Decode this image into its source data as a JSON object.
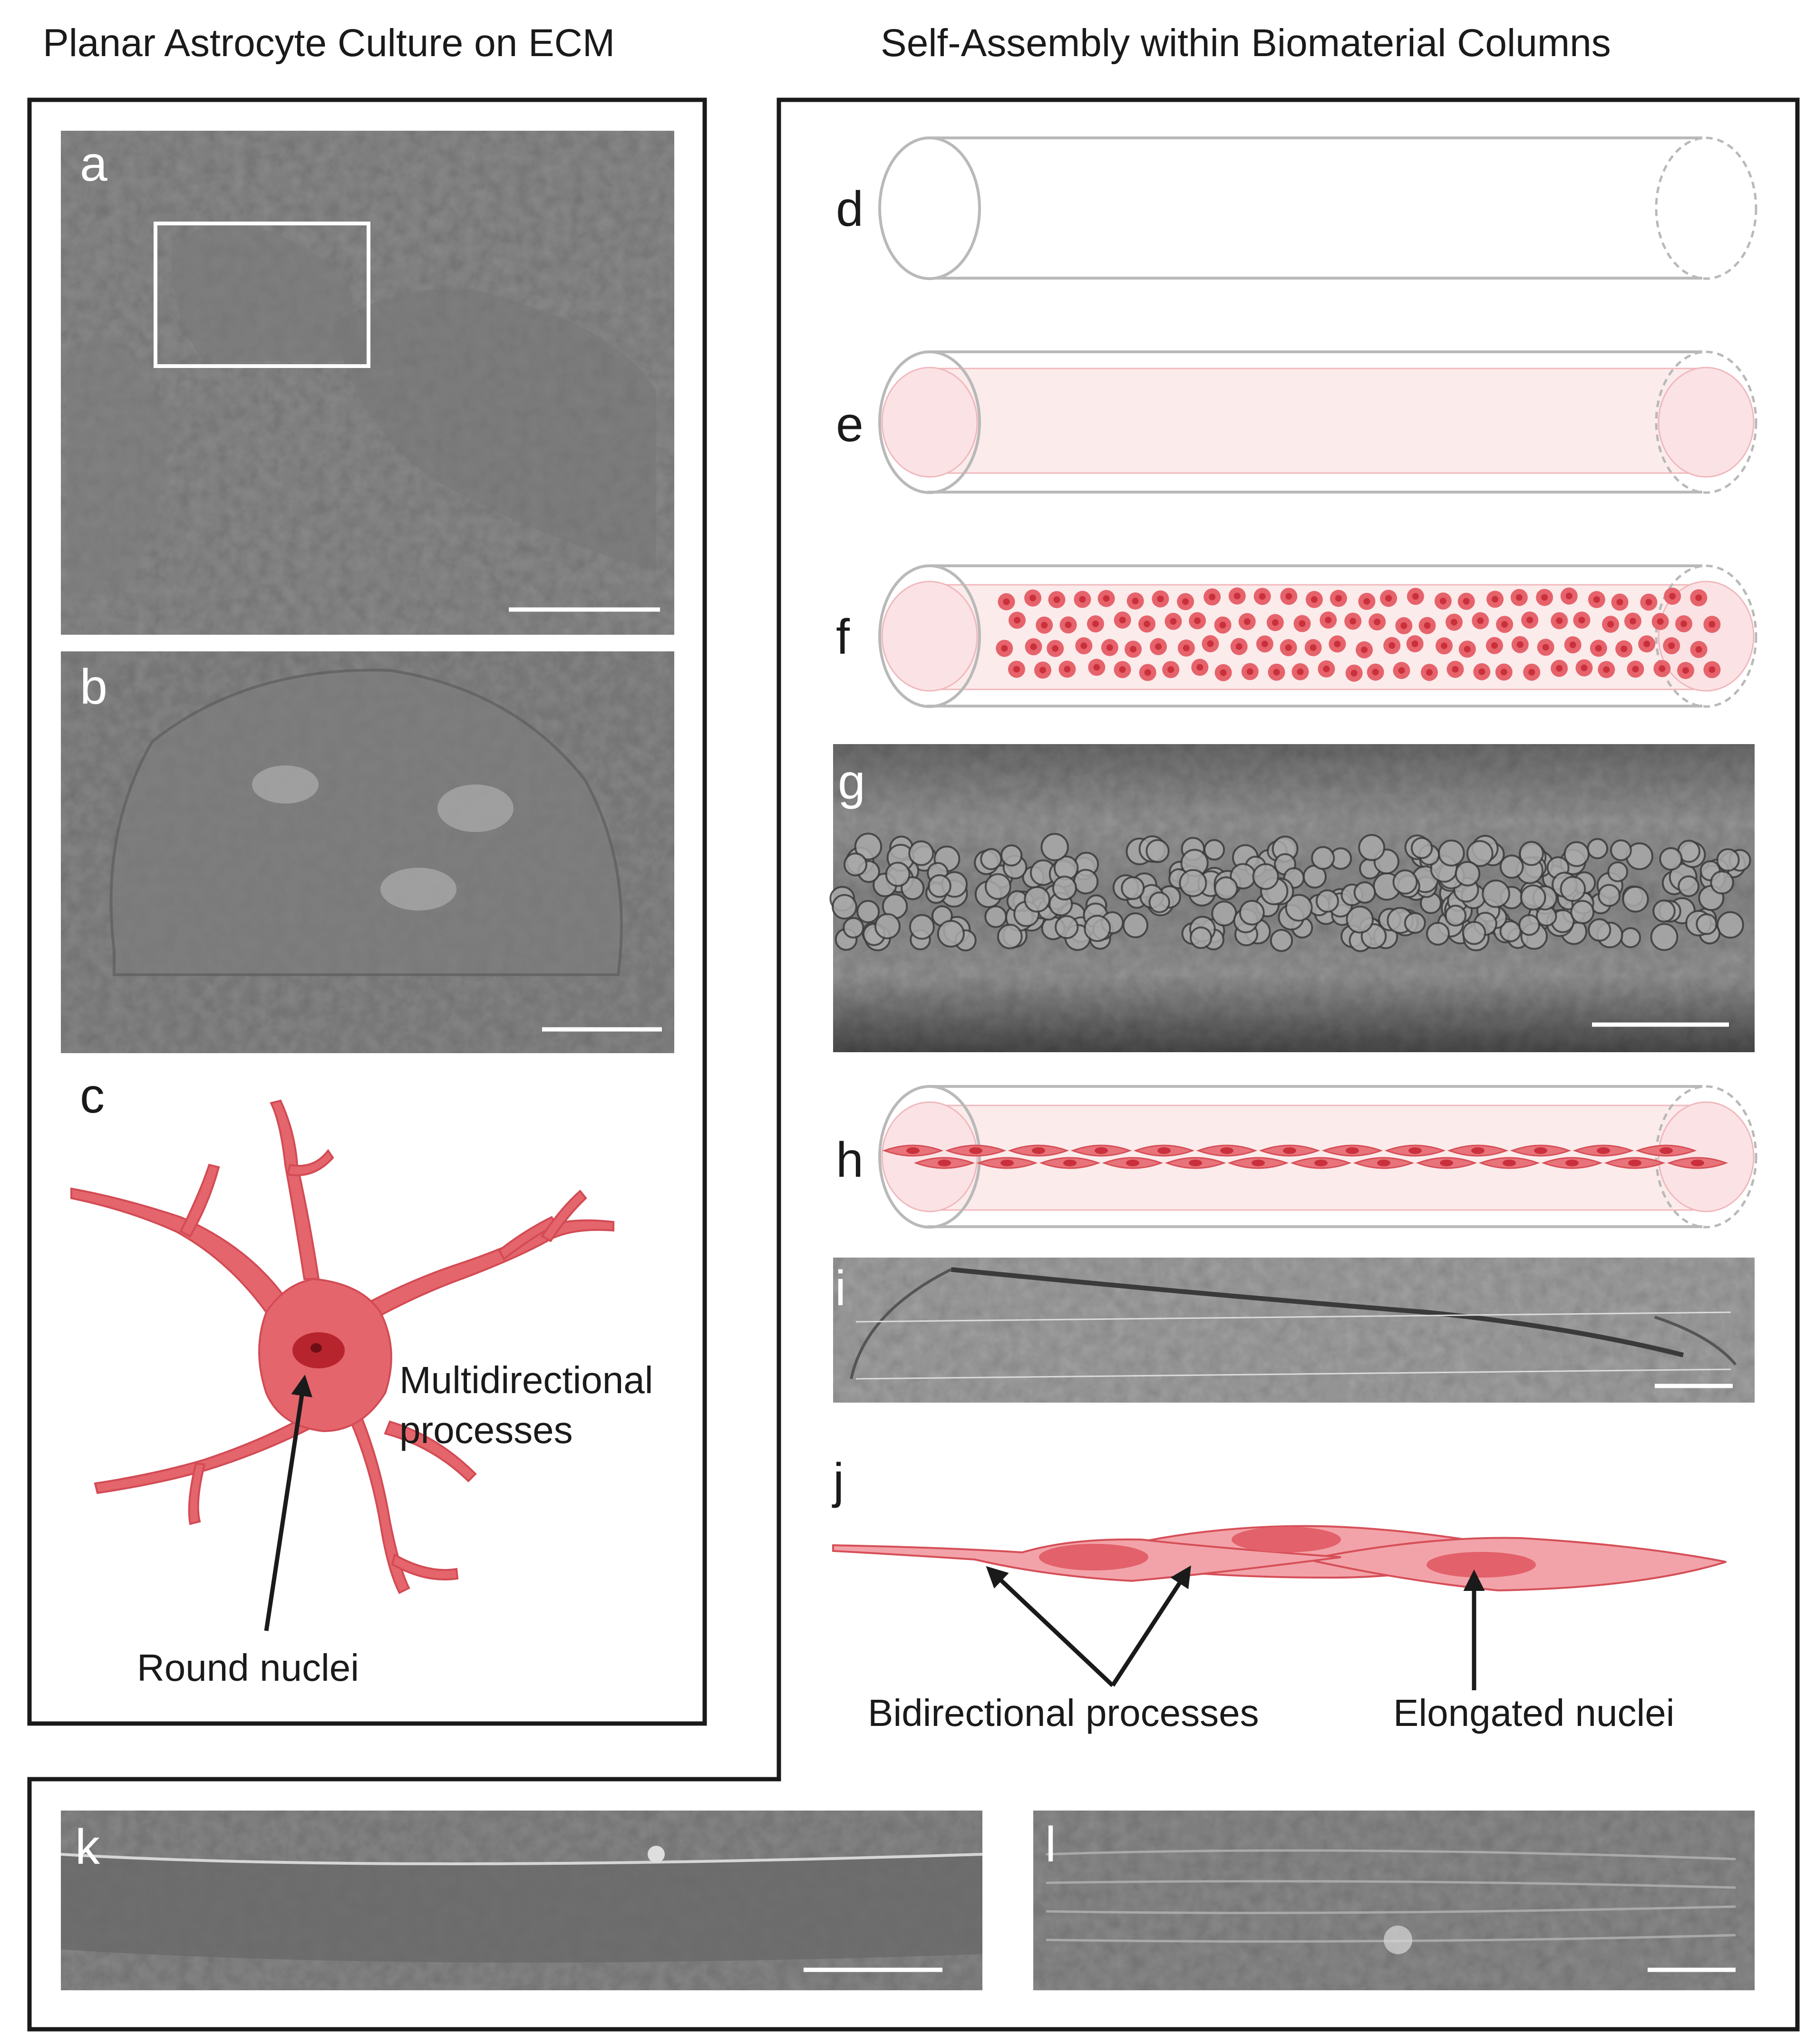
{
  "headers": {
    "left": "Planar Astrocyte Culture on ECM",
    "right": "Self-Assembly within Biomaterial Columns"
  },
  "panels": {
    "a": "a",
    "b": "b",
    "c": "c",
    "d": "d",
    "e": "e",
    "f": "f",
    "g": "g",
    "h": "h",
    "i": "i",
    "j": "j",
    "k": "k",
    "l": "l"
  },
  "annotations": {
    "multidirectional_1": "Multidirectional",
    "multidirectional_2": "processes",
    "round_nuclei": "Round nuclei",
    "bidirectional": "Bidirectional processes",
    "elongated": "Elongated nuclei"
  },
  "colors": {
    "cell_fill": "#e6636b",
    "cell_nucleus": "#c9303b",
    "gel_fill": "#fcebeb",
    "micrograph_gray": "#8a8a8a"
  }
}
